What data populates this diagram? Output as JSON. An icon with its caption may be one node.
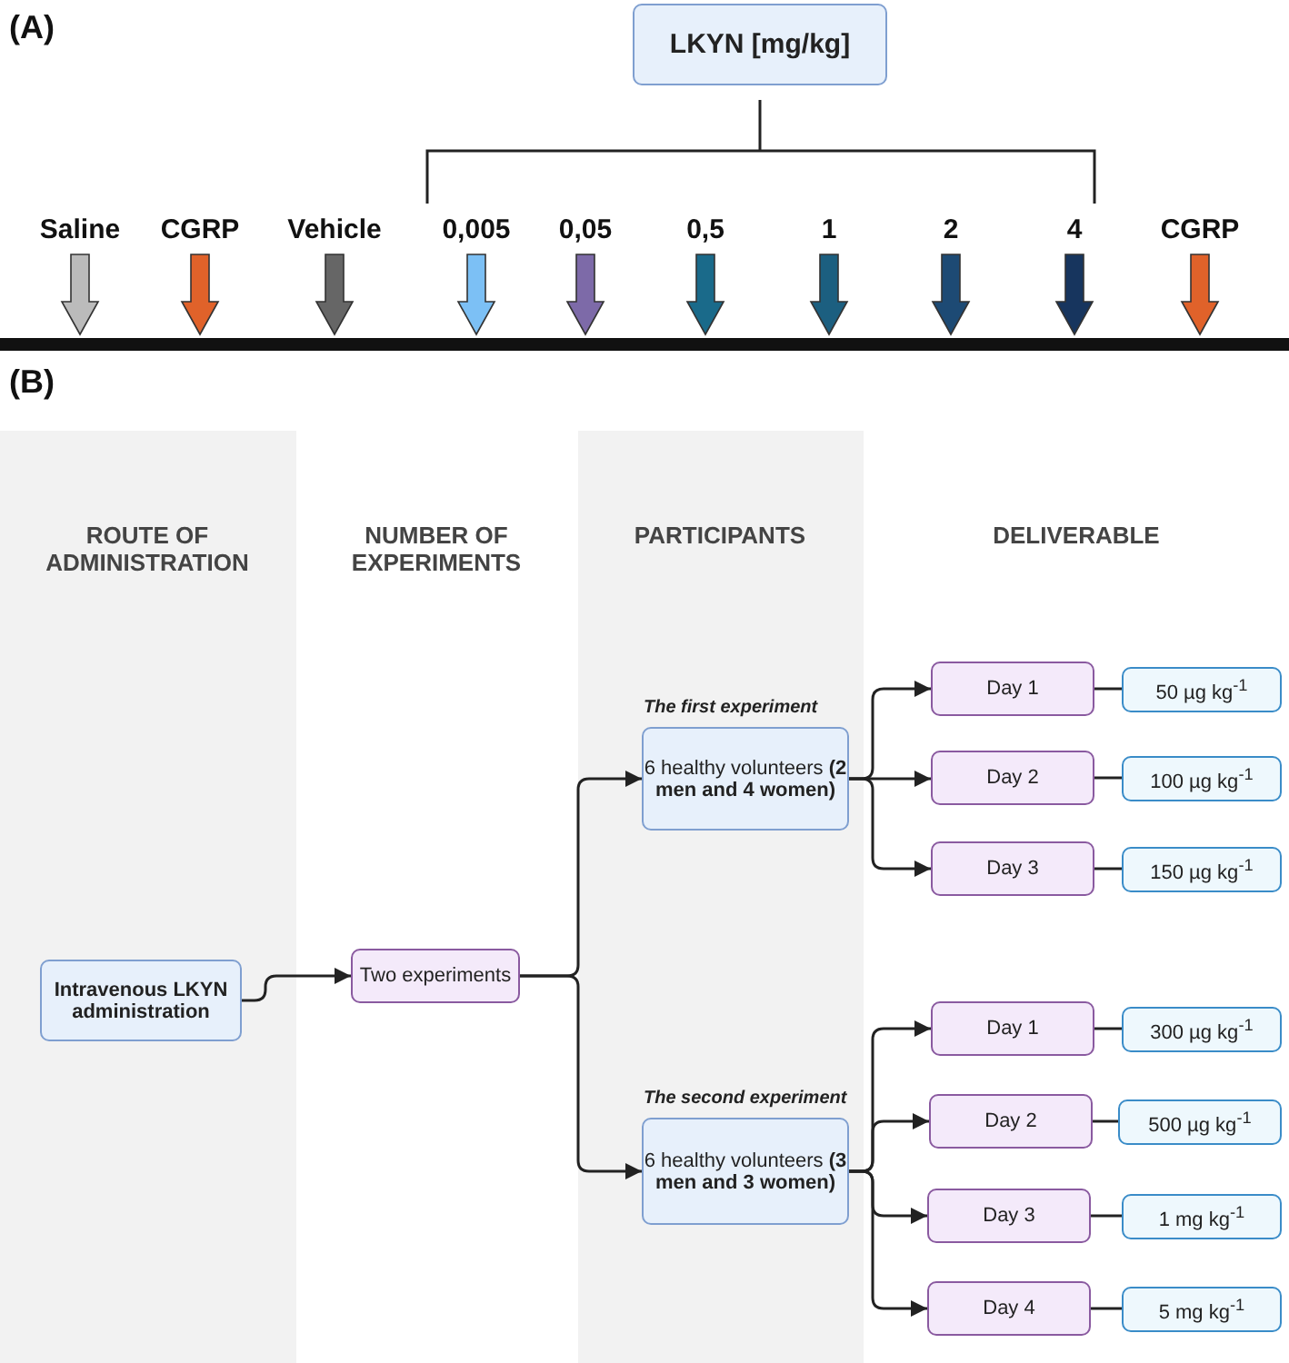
{
  "diagram": {
    "nodes": [
      {
        "text": [
          "LKYN [mg/kg]"
        ]
      },
      {
        "text": [
          "Intravenous LKYN administration"
        ]
      },
      {
        "text": [
          "Two experiments"
        ]
      },
      {
        "text": [
          "The first experiment",
          "6 healthy volunteers **(2 men and 4 women)**"
        ]
      },
      {
        "text": [
          "Day 1"
        ]
      },
      {
        "text": [
          "Day 2"
        ]
      },
      {
        "text": [
          "Day 3"
        ]
      },
      {
        "text": [
          "50 µg kg$^{-1}$"
        ]
      },
      {
        "text": [
          "100 µg kg$^{-1}$"
        ]
      },
      {
        "text": [
          "150 µg kg$^{-1}$"
        ]
      },
      {
        "text": [
          "The second experiment",
          "6 healthy volunteers **(3 men and 3 women)**"
        ]
      },
      {
        "text": [
          "Day 1"
        ]
      },
      {
        "text": [
          "Day 2"
        ]
      },
      {
        "text": [
          "Day 3"
        ]
      },
      {
        "text": [
          "Day 4"
        ]
      },
      {
        "text": [
          "300 µg kg$^{-1}$"
        ]
      },
      {
        "text": [
          "500 µg kg$^{-1}$"
        ]
      },
      {
        "text": [
          "1 mg kg$^{-1}$"
        ]
      },
      {
        "text": [
          "5 mg kg$^{-1}$"
        ]
      }
    ],
    "edges": [
      {
        "from": 1,
        "to": 2,
        "arrow": "to"
      },
      {
        "from": 2,
        "to": 3,
        "arrow": "to"
      },
      {
        "from": 2,
        "to": 10,
        "arrow": "to"
      },
      {
        "from": 3,
        "to": 4,
        "arrow": "to"
      },
      {
        "from": 3,
        "to": 5,
        "arrow": "to"
      },
      {
        "from": 3,
        "to": 6,
        "arrow": "to"
      },
      {
        "from": 4,
        "to": 7,
        "arrow": "none"
      },
      {
        "from": 5,
        "to": 8,
        "arrow": "none"
      },
      {
        "from": 6,
        "to": 9,
        "arrow": "none"
      },
      {
        "from": 10,
        "to": 11,
        "arrow": "to"
      },
      {
        "from": 10,
        "to": 12,
        "arrow": "to"
      },
      {
        "from": 10,
        "to": 13,
        "arrow": "to"
      },
      {
        "from": 10,
        "to": 14,
        "arrow": "to"
      },
      {
        "from": 11,
        "to": 15,
        "arrow": "none"
      },
      {
        "from": 12,
        "to": 16,
        "arrow": "none"
      },
      {
        "from": 13,
        "to": 17,
        "arrow": "none"
      },
      {
        "from": 14,
        "to": 18,
        "arrow": "none"
      }
    ],
    "labels": [
      "(A)",
      "Saline",
      "CGRP",
      "Vehicle",
      "0,005",
      "0,05",
      "0,5",
      "1",
      "2",
      "4",
      "CGRP",
      "(B)",
      "ROUTE OF ADMINISTRATION",
      "NUMBER OF EXPERIMENTS",
      "PARTICIPANTS",
      "DELIVERABLE"
    ]
  }
}
